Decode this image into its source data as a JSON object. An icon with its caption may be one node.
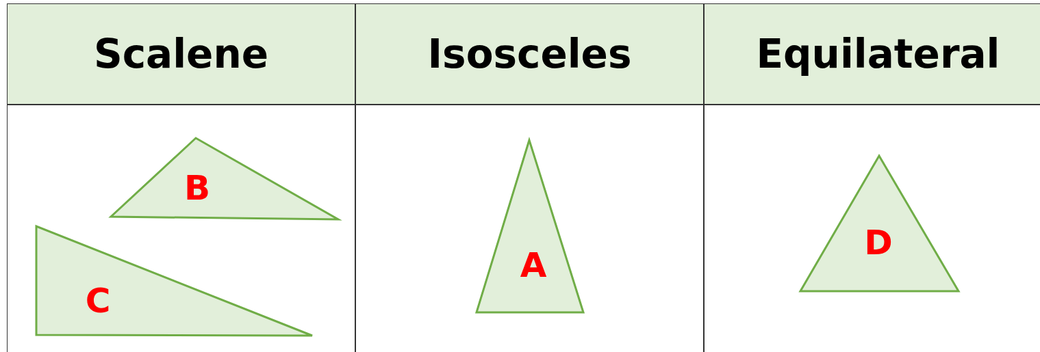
{
  "diagram": {
    "nodes": [
      {
        "text": [
          "B"
        ]
      },
      {
        "text": [
          "C"
        ]
      },
      {
        "text": [
          "A"
        ]
      },
      {
        "text": [
          "D"
        ]
      }
    ],
    "labels": [
      "Scalene",
      "Isosceles",
      "Equilateral"
    ]
  }
}
